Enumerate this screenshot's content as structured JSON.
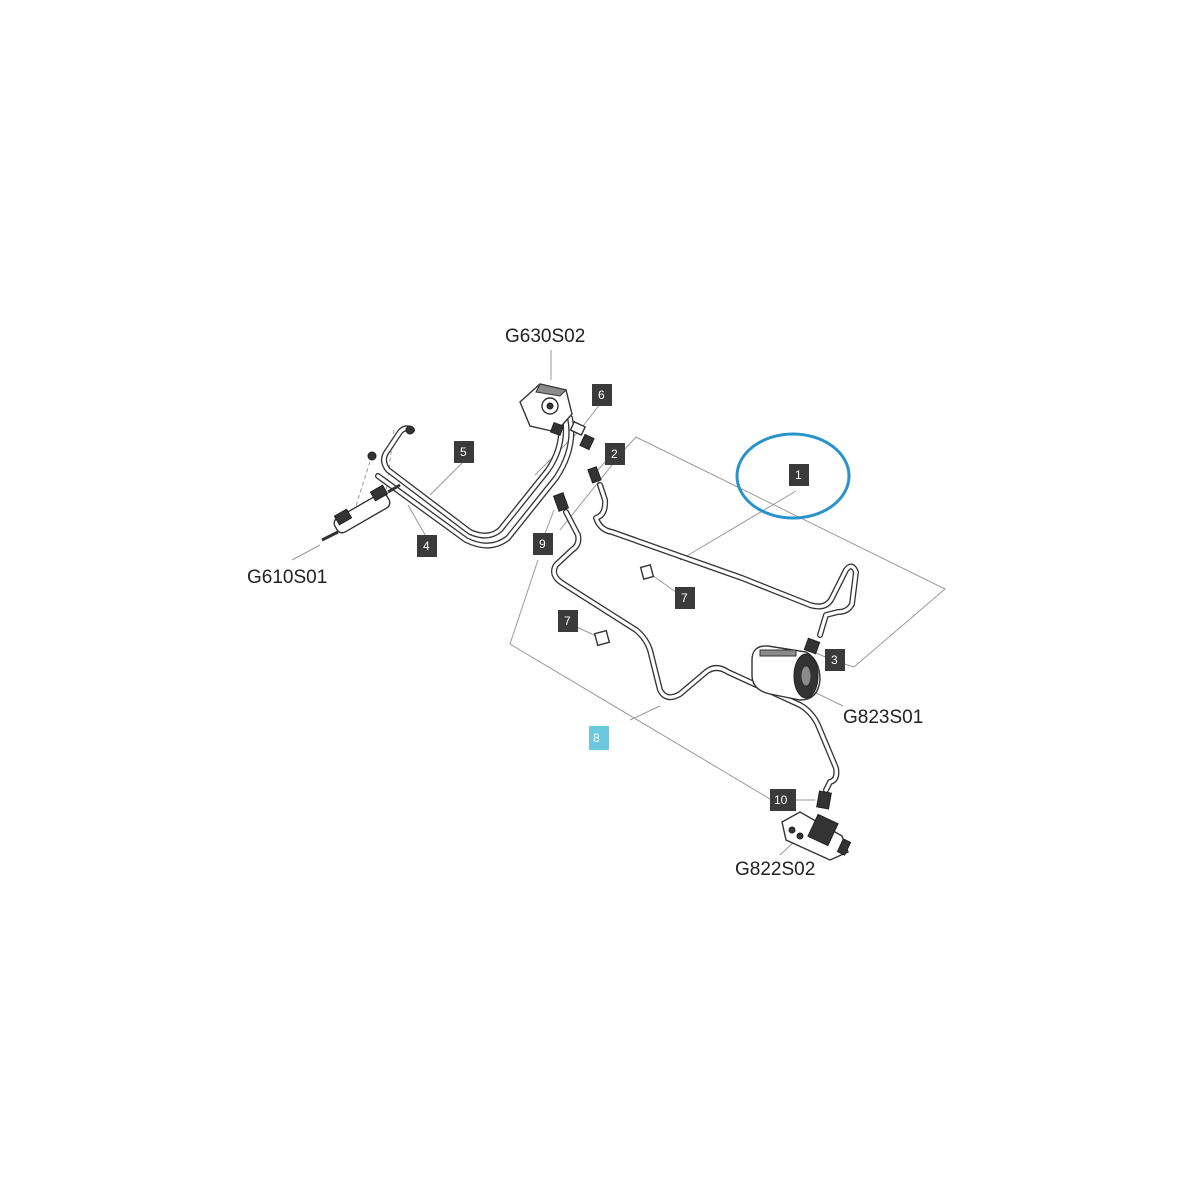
{
  "assemblies": [
    {
      "id": "g630",
      "label": "G630S02"
    },
    {
      "id": "g610",
      "label": "G610S01"
    },
    {
      "id": "g823",
      "label": "G823S01"
    },
    {
      "id": "g822",
      "label": "G822S02"
    }
  ],
  "callouts": [
    {
      "id": "c1",
      "number": "1"
    },
    {
      "id": "c2",
      "number": "2"
    },
    {
      "id": "c3",
      "number": "3"
    },
    {
      "id": "c4",
      "number": "4"
    },
    {
      "id": "c5",
      "number": "5"
    },
    {
      "id": "c6",
      "number": "6"
    },
    {
      "id": "c7a",
      "number": "7"
    },
    {
      "id": "c7b",
      "number": "7"
    },
    {
      "id": "c8",
      "number": "8"
    },
    {
      "id": "c9",
      "number": "9"
    },
    {
      "id": "c10",
      "number": "10"
    }
  ],
  "colors": {
    "badge": "#3a3a3a",
    "badge_highlight": "#6cc9dd",
    "highlight_ring": "#2a93c9",
    "line": "#333333",
    "leader": "#9a9a9a"
  },
  "highlighted_callout": "1",
  "selected_callout": "8"
}
